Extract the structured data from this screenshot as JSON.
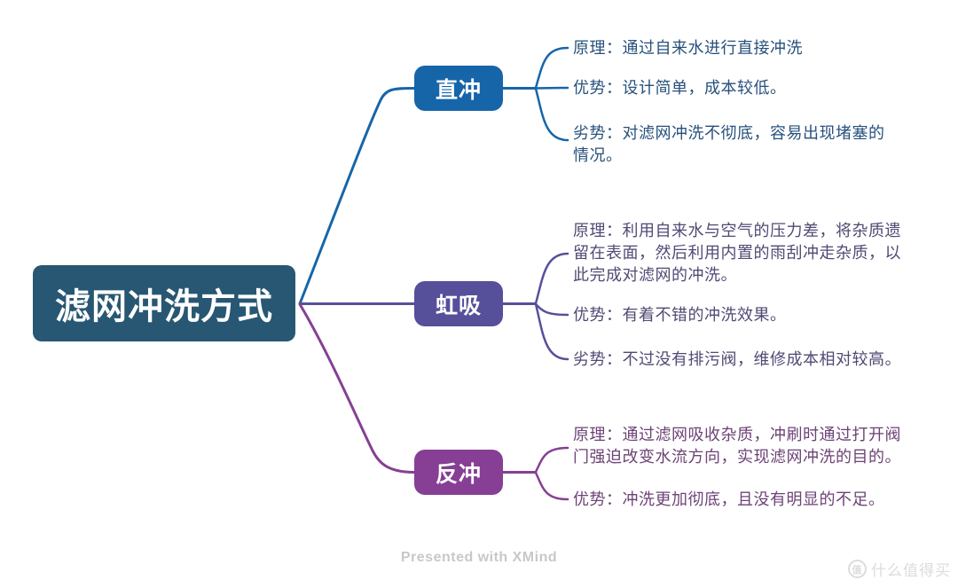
{
  "root": {
    "label": "滤网冲洗方式",
    "color": "#275772"
  },
  "branches": [
    {
      "label": "直冲",
      "color": "#1765a9",
      "text_color": "#27517c",
      "children": [
        {
          "label": "原理：通过自来水进行直接冲洗"
        },
        {
          "label": "优势：设计简单，成本较低。"
        },
        {
          "label": "劣势：对滤网冲洗不彻底，容易出现堵塞的情况。"
        }
      ]
    },
    {
      "label": "虹吸",
      "color": "#56509a",
      "text_color": "#4f4b74",
      "children": [
        {
          "label": "原理：利用自来水与空气的压力差，将杂质遗留在表面，然后利用内置的雨刮冲走杂质，以此完成对滤网的冲洗。"
        },
        {
          "label": "优势：有着不错的冲洗效果。"
        },
        {
          "label": "劣势：不过没有排污阀，维修成本相对较高。"
        }
      ]
    },
    {
      "label": "反冲",
      "color": "#863f94",
      "text_color": "#6d4376",
      "children": [
        {
          "label": "原理：通过滤网吸收杂质，冲刷时通过打开阀门强迫改变水流方向，实现滤网冲洗的目的。"
        },
        {
          "label": "优势：冲洗更加彻底，且没有明显的不足。"
        }
      ]
    }
  ],
  "footer": {
    "label": "Presented with XMind",
    "color": "#c8c8c8"
  },
  "watermark": {
    "icon": "值",
    "label": "什么值得买",
    "color": "#dcdcdc"
  }
}
